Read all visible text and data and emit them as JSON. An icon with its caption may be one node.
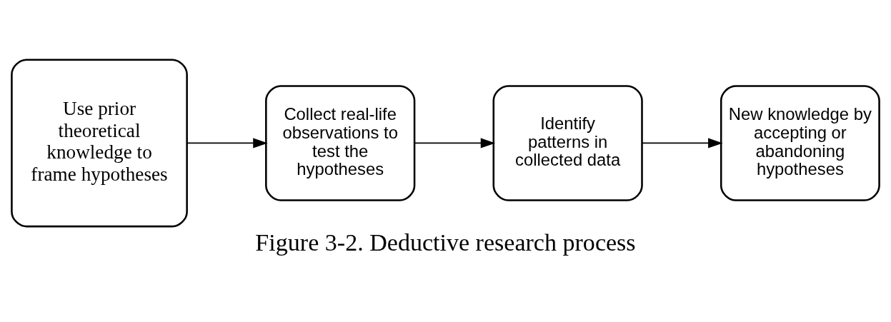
{
  "diagram": {
    "caption": "Figure 3-2. Deductive research process",
    "nodes": [
      {
        "text": [
          "Use prior theoretical knowledge to frame hypotheses"
        ]
      },
      {
        "text": [
          "Collect real-life observations to test the hypotheses"
        ]
      },
      {
        "text": [
          "Identify patterns in collected data"
        ]
      },
      {
        "text": [
          "New knowledge by accepting or abandoning hypotheses"
        ]
      }
    ],
    "edges": [
      {
        "from": 0,
        "to": 1,
        "arrow": "to"
      },
      {
        "from": 1,
        "to": 2,
        "arrow": "to"
      },
      {
        "from": 2,
        "to": 3,
        "arrow": "to"
      }
    ]
  }
}
